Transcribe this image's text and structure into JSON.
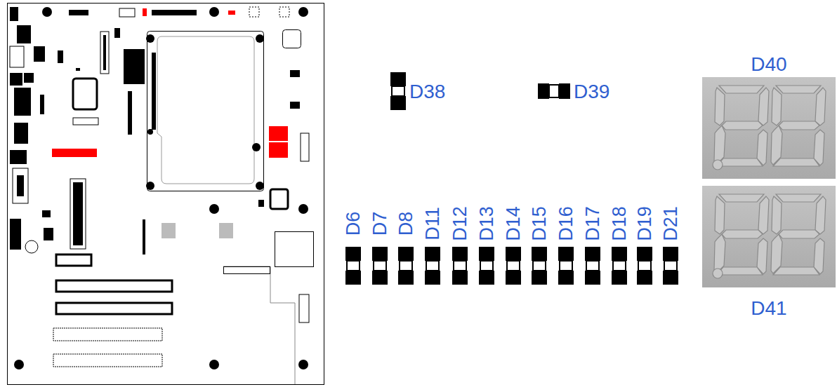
{
  "diagram": {
    "labels": [
      "D40",
      "D38",
      "D39",
      "D6",
      "D7",
      "D8",
      "D11",
      "D12",
      "D13",
      "D14",
      "D15",
      "D16",
      "D17",
      "D18",
      "D19",
      "D21",
      "D41"
    ]
  }
}
